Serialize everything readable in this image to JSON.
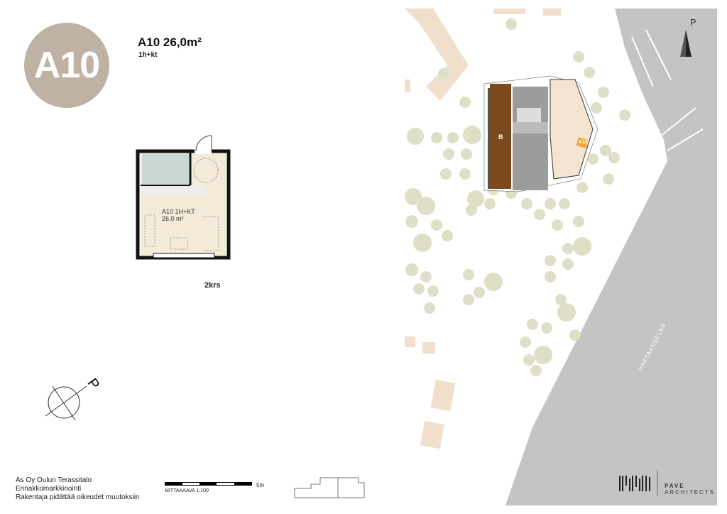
{
  "apartment": {
    "badge": "A10",
    "title": "A10 26,0m²",
    "type": "1h+kt",
    "floor": "2krs"
  },
  "plan": {
    "room_name": "A10 1H+KT",
    "room_area": "26,0 m²"
  },
  "compass": {
    "north_label": "P"
  },
  "footer": {
    "lines": [
      "As Oy Oulun Terassitalo",
      "Ennakkomarkkinointi",
      "Rakentaja pidättää oikeudet muutoksiin"
    ]
  },
  "scale": {
    "label": "MITTAKAAVA 1:100",
    "length": "5m"
  },
  "site": {
    "building_label": "B",
    "apartment_label": "A10",
    "water_label": "HARTAANSELKÄ",
    "north_label": "P"
  },
  "logo": {
    "name": "PAVE",
    "sub": "ARCHITECTS"
  },
  "colors": {
    "badge": "#bfb1a3",
    "water": "#c4c4c4",
    "tree": "#dedfc6",
    "building_b": "#7a4a1e",
    "highlight": "#f0a63c",
    "apartment_fill": "#f3e5cf"
  }
}
